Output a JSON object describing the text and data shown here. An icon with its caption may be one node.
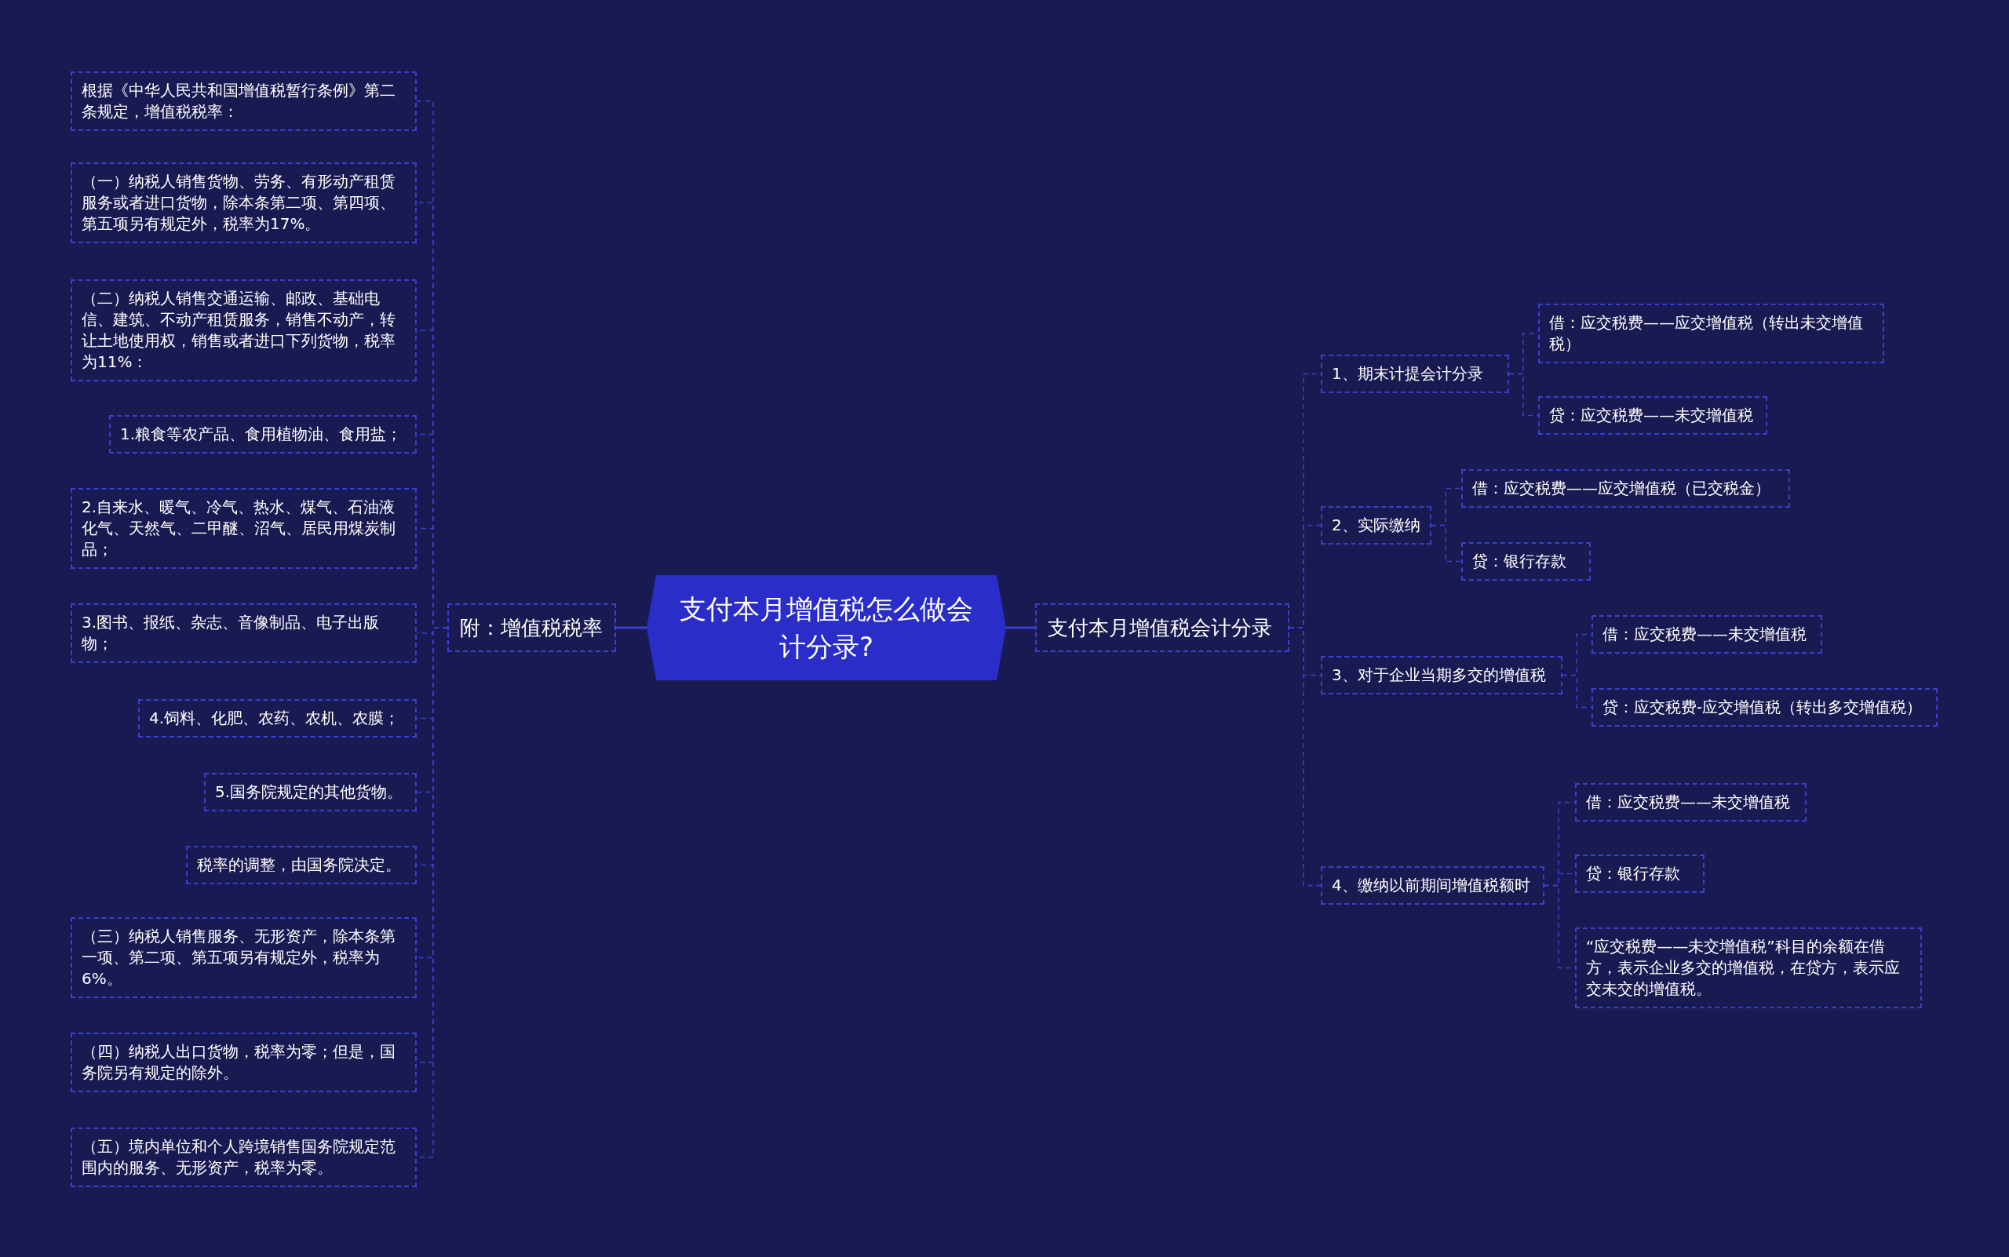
{
  "diagram": {
    "nodes": [
      {
        "text": [
          "支付本月增值税怎么做会计分录?"
        ]
      },
      {
        "text": [
          "支付本月增值税会计分录"
        ]
      },
      {
        "text": [
          "1、期末计提会计分录"
        ]
      },
      {
        "text": [
          "借：应交税费——应交增值税（转出未交增值税）"
        ]
      },
      {
        "text": [
          "贷：应交税费——未交增值税"
        ]
      },
      {
        "text": [
          "2、实际缴纳"
        ]
      },
      {
        "text": [
          "借：应交税费——应交增值税（已交税金）"
        ]
      },
      {
        "text": [
          "贷：银行存款"
        ]
      },
      {
        "text": [
          "3、对于企业当期多交的增值税"
        ]
      },
      {
        "text": [
          "借：应交税费——未交增值税"
        ]
      },
      {
        "text": [
          "贷：应交税费-应交增值税（转出多交增值税）"
        ]
      },
      {
        "text": [
          "4、缴纳以前期间增值税额时"
        ]
      },
      {
        "text": [
          "借：应交税费——未交增值税"
        ]
      },
      {
        "text": [
          "贷：银行存款"
        ]
      },
      {
        "text": [
          "“应交税费——未交增值税”科目的余额在借方，表示企业多交的增值税，在贷方，表示应交未交的增值税。"
        ]
      },
      {
        "text": [
          "附：增值税税率"
        ]
      },
      {
        "text": [
          "根据《中华人民共和国增值税暂行条例》第二条规定，增值税税率："
        ]
      },
      {
        "text": [
          "（一）纳税人销售货物、劳务、有形动产租赁服务或者进口货物，除本条第二项、第四项、第五项另有规定外，税率为17%。"
        ]
      },
      {
        "text": [
          "（二）纳税人销售交通运输、邮政、基础电信、建筑、不动产租赁服务，销售不动产，转让土地使用权，销售或者进口下列货物，税率为11%："
        ]
      },
      {
        "text": [
          "1.粮食等农产品、食用植物油、食用盐；"
        ]
      },
      {
        "text": [
          "2.自来水、暖气、冷气、热水、煤气、石油液化气、天然气、二甲醚、沼气、居民用煤炭制品；"
        ]
      },
      {
        "text": [
          "3.图书、报纸、杂志、音像制品、电子出版物；"
        ]
      },
      {
        "text": [
          "4.饲料、化肥、农药、农机、农膜；"
        ]
      },
      {
        "text": [
          "5.国务院规定的其他货物。"
        ]
      },
      {
        "text": [
          "税率的调整，由国务院决定。"
        ]
      },
      {
        "text": [
          "（三）纳税人销售服务、无形资产，除本条第一项、第二项、第五项另有规定外，税率为6%。"
        ]
      },
      {
        "text": [
          "（四）纳税人出口货物，税率为零；但是，国务院另有规定的除外。"
        ]
      },
      {
        "text": [
          "（五）境内单位和个人跨境销售国务院规定范围内的服务、无形资产，税率为零。"
        ]
      }
    ],
    "edges": [
      {
        "from": 0,
        "to": 1,
        "arrow": "none"
      },
      {
        "from": 1,
        "to": 2,
        "arrow": "none",
        "style": "dashed"
      },
      {
        "from": 2,
        "to": 3,
        "arrow": "none",
        "style": "dashed"
      },
      {
        "from": 2,
        "to": 4,
        "arrow": "none",
        "style": "dashed"
      },
      {
        "from": 1,
        "to": 5,
        "arrow": "none",
        "style": "dashed"
      },
      {
        "from": 5,
        "to": 6,
        "arrow": "none",
        "style": "dashed"
      },
      {
        "from": 5,
        "to": 7,
        "arrow": "none",
        "style": "dashed"
      },
      {
        "from": 1,
        "to": 8,
        "arrow": "none",
        "style": "dashed"
      },
      {
        "from": 8,
        "to": 9,
        "arrow": "none",
        "style": "dashed"
      },
      {
        "from": 8,
        "to": 10,
        "arrow": "none",
        "style": "dashed"
      },
      {
        "from": 1,
        "to": 11,
        "arrow": "none",
        "style": "dashed"
      },
      {
        "from": 11,
        "to": 12,
        "arrow": "none",
        "style": "dashed"
      },
      {
        "from": 11,
        "to": 13,
        "arrow": "none",
        "style": "dashed"
      },
      {
        "from": 11,
        "to": 14,
        "arrow": "none",
        "style": "dashed"
      },
      {
        "from": 0,
        "to": 15,
        "arrow": "none"
      },
      {
        "from": 15,
        "to": 16,
        "arrow": "none",
        "style": "dashed"
      },
      {
        "from": 15,
        "to": 17,
        "arrow": "none",
        "style": "dashed"
      },
      {
        "from": 15,
        "to": 18,
        "arrow": "none",
        "style": "dashed"
      },
      {
        "from": 15,
        "to": 19,
        "arrow": "none",
        "style": "dashed"
      },
      {
        "from": 15,
        "to": 20,
        "arrow": "none",
        "style": "dashed"
      },
      {
        "from": 15,
        "to": 21,
        "arrow": "none",
        "style": "dashed"
      },
      {
        "from": 15,
        "to": 22,
        "arrow": "none",
        "style": "dashed"
      },
      {
        "from": 15,
        "to": 23,
        "arrow": "none",
        "style": "dashed"
      },
      {
        "from": 15,
        "to": 24,
        "arrow": "none",
        "style": "dashed"
      },
      {
        "from": 15,
        "to": 25,
        "arrow": "none",
        "style": "dashed"
      },
      {
        "from": 15,
        "to": 26,
        "arrow": "none",
        "style": "dashed"
      },
      {
        "from": 15,
        "to": 27,
        "arrow": "none",
        "style": "dashed"
      }
    ]
  }
}
